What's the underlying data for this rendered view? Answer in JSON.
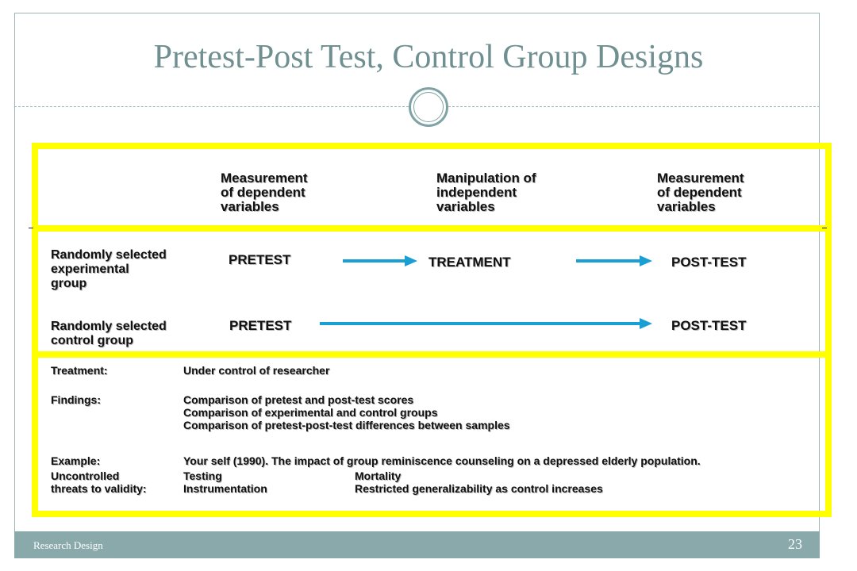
{
  "slide": {
    "title": "Pretest-Post Test, Control Group Designs",
    "footer": "Research Design",
    "page_number": "23"
  },
  "diagram": {
    "headers": [
      [
        "Measurement",
        "of dependent",
        "variables"
      ],
      [
        "Manipulation of",
        "independent",
        "variables"
      ],
      [
        "Measurement",
        "of dependent",
        "variables"
      ]
    ],
    "experimental": {
      "label": [
        "Randomly selected",
        "experimental",
        "group"
      ],
      "pretest": "PRETEST",
      "treatment": "TREATMENT",
      "posttest": "POST-TEST"
    },
    "control": {
      "label": [
        "Randomly selected",
        "control group"
      ],
      "pretest": "PRETEST",
      "posttest": "POST-TEST"
    },
    "arrow_color": "#1a9fd4",
    "box_color": "#ffff00"
  },
  "notes": {
    "treatment_label": "Treatment:",
    "treatment_text": "Under control of researcher",
    "findings_label": "Findings:",
    "findings": [
      "Comparison of pretest and post-test scores",
      "Comparison of experimental and control groups",
      "Comparison of pretest-post-test differences between samples"
    ],
    "example_label": "Example:",
    "example_text": "Your self (1990). The impact of group reminiscence counseling on a depressed elderly population.",
    "threats_label": [
      "Uncontrolled",
      "threats to validity:"
    ],
    "threats_col1": [
      "Testing",
      "Instrumentation"
    ],
    "threats_col2": [
      "Mortality",
      "Restricted generalizability  as control increases"
    ]
  }
}
